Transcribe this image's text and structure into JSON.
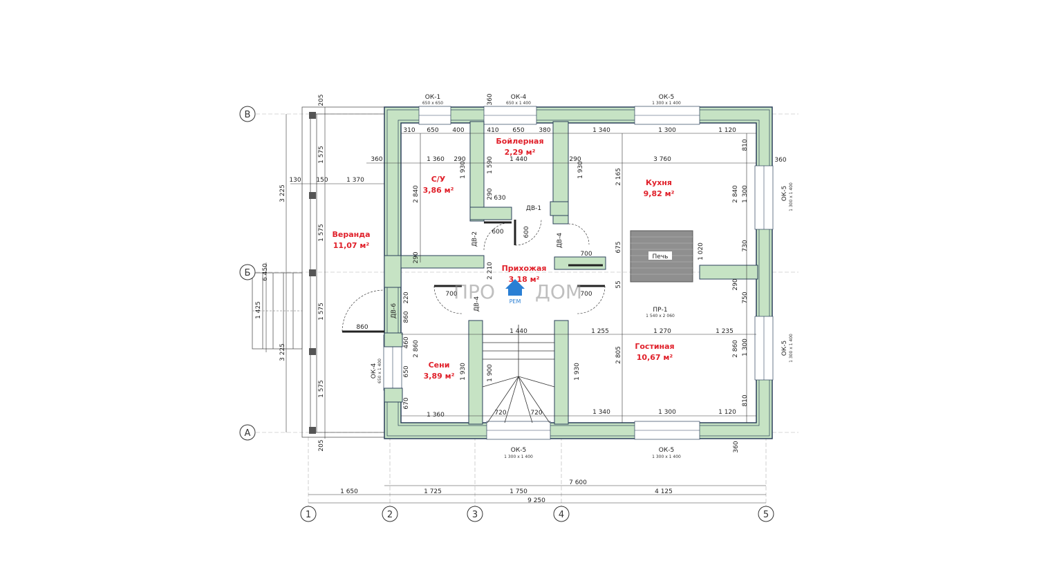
{
  "rooms": {
    "boiler": {
      "name": "Бойлерная",
      "area": "2,29 м²"
    },
    "bath": {
      "name": "С/У",
      "area": "3,86 м²"
    },
    "kitchen": {
      "name": "Кухня",
      "area": "9,82 м²"
    },
    "veranda": {
      "name": "Веранда",
      "area": "11,07 м²"
    },
    "hall": {
      "name": "Прихожая",
      "area": "3,18 м²"
    },
    "senі": {
      "name": "Сени",
      "area": "3,89 м²"
    },
    "living": {
      "name": "Гостиная",
      "area": "10,67 м²"
    }
  },
  "stove": {
    "label": "Печь"
  },
  "opening": {
    "name": "ПР-1",
    "size": "1 540 x 2 060"
  },
  "windows": {
    "ok1_top": {
      "name": "ОК-1",
      "size": "650 x 650"
    },
    "ok4_top": {
      "name": "ОК-4",
      "size": "650 x 1 400"
    },
    "ok5_top": {
      "name": "ОК-5",
      "size": "1 300 x 1 400"
    },
    "ok5_right_top": {
      "name": "ОК-5",
      "size": "1 300 x 1 400"
    },
    "ok5_right_bottom": {
      "name": "ОК-5",
      "size": "1 300 x 1 400"
    },
    "ok4_left": {
      "name": "ОК-4",
      "size": "650 x 1 400"
    },
    "ok5_bottom_left": {
      "name": "ОК-5",
      "size": "1 300 x 1 400"
    },
    "ok5_bottom_right": {
      "name": "ОК-5",
      "size": "1 300 x 1 400"
    }
  },
  "doors": {
    "dv1": "ДВ-1",
    "dv2": "ДВ-2",
    "dv4a": "ДВ-4",
    "dv4b": "ДВ-4",
    "dv6": "ДВ-6"
  },
  "axes": {
    "rows": [
      "В",
      "Б",
      "А"
    ],
    "cols": [
      "1",
      "2",
      "3",
      "4",
      "5"
    ]
  },
  "watermark": {
    "left": "ПРО",
    "right": "ДОМ",
    "sub": "РЕМ"
  },
  "dims": {
    "d205t": "205",
    "d205b": "205",
    "d360t": "360",
    "d360b": "360",
    "d310": "310",
    "d650a": "650",
    "d400": "400",
    "d410": "410",
    "d650b": "650",
    "d380": "380",
    "d1340a": "1 340",
    "d1300a": "1 300",
    "d1120a": "1 120",
    "d810a": "810",
    "d360l": "360",
    "d1360a": "1 360",
    "d290a": "290",
    "d1440a": "1 440",
    "d290b": "290",
    "d3760": "3 760",
    "d360r": "360",
    "d130": "130",
    "d150": "150",
    "d1370": "1 370",
    "d1575a": "1 575",
    "d1575b": "1 575",
    "d1575c": "1 575",
    "d1575d": "1 575",
    "d3225a": "3 225",
    "d3225b": "3 225",
    "d6450": "6 450",
    "d1425": "1 425",
    "d2840a": "2 840",
    "d1930a": "1 930",
    "d1590": "1 590",
    "d290c": "290",
    "d630": "630",
    "d1930b": "1 930",
    "d2165": "2 165",
    "d2840b": "2 840",
    "d1300b": "1 300",
    "d600a": "600",
    "d600b": "600",
    "d700a": "700",
    "d675": "675",
    "d730": "730",
    "d1020": "1 020",
    "d290d": "290",
    "d2210": "2 210",
    "d700b": "700",
    "d700c": "700",
    "d55": "55",
    "d220": "220",
    "d860a": "860",
    "d860b": "860",
    "d290e": "290",
    "d750": "750",
    "d460": "460",
    "d2860a": "2 860",
    "d650c": "650",
    "d1930c": "1 930",
    "d1440b": "1 440",
    "d1255": "1 255",
    "d1270": "1 270",
    "d1235": "1 235",
    "d1900": "1 900",
    "d1930d": "1 930",
    "d2805": "2 805",
    "d2860b": "2 860",
    "d1300c": "1 300",
    "d670": "670",
    "d810b": "810",
    "d1360b": "1 360",
    "d720a": "720",
    "d720b": "720",
    "d1340b": "1 340",
    "d1300d": "1 300",
    "d1120b": "1 120",
    "d7600": "7 600",
    "d1650": "1 650",
    "d1725": "1 725",
    "d1750": "1 750",
    "d4125": "4 125",
    "d9250": "9 250"
  },
  "colors": {
    "wall_fill": "#c6e3c4",
    "wall_outline": "#2a3f5a",
    "room_label": "#e0202a"
  }
}
